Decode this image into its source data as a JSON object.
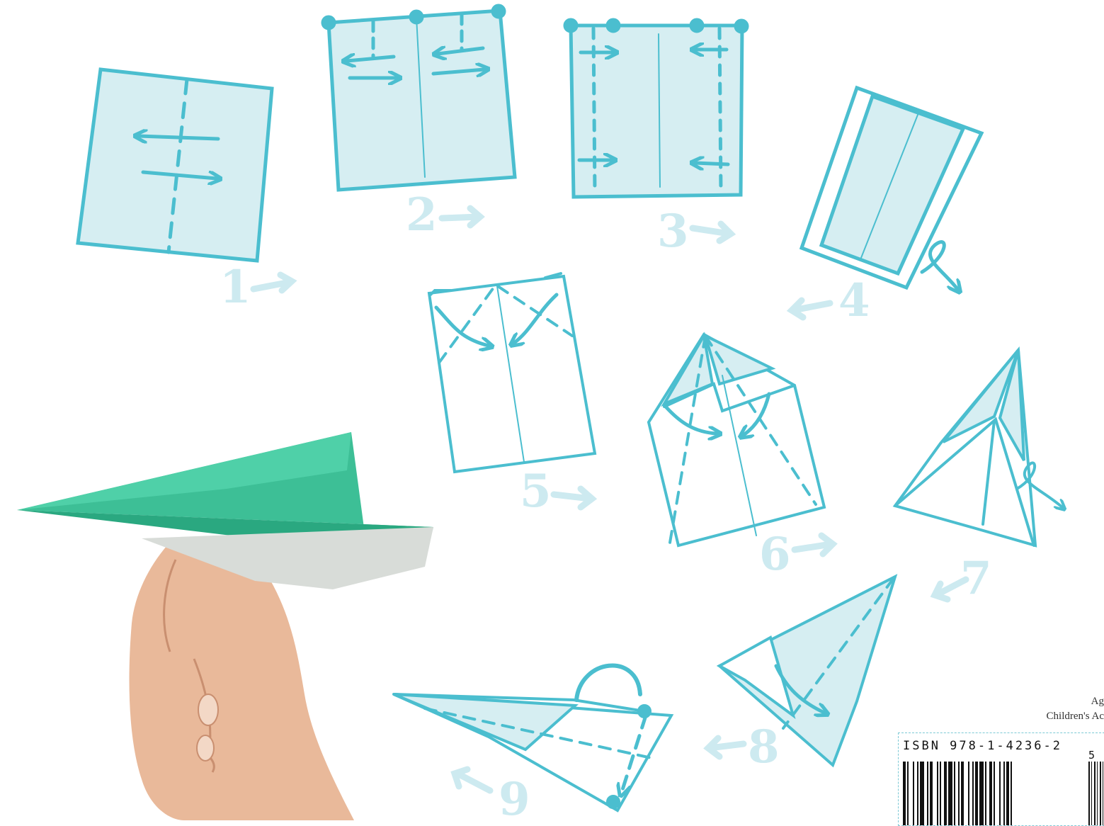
{
  "steps": {
    "s1": "1",
    "s2": "2",
    "s3": "3",
    "s4": "4",
    "s5": "5",
    "s6": "6",
    "s7": "7",
    "s8": "8",
    "s9": "9"
  },
  "back_cover": {
    "age_line": "Ag",
    "category_line": "Children's Ac",
    "isbn": "ISBN 978-1-4236-2",
    "price_digit": "5"
  },
  "colors": {
    "stroke": "#4bbecf",
    "fill": "#d6eef2",
    "step_number": "#cdeaf0",
    "plane": "#3dbf96"
  }
}
